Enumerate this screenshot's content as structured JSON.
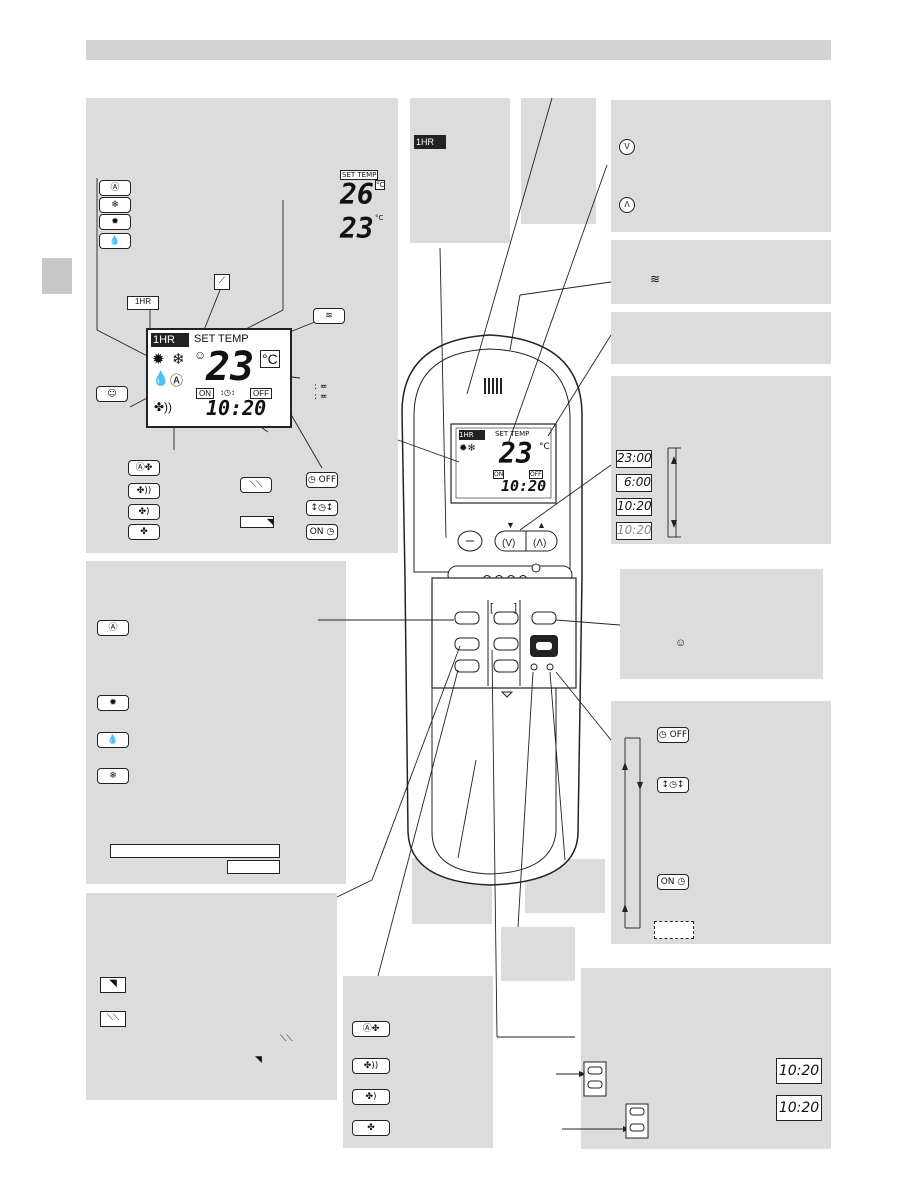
{
  "header": {
    "bar_color": "#d3d3d3",
    "side_tab_color": "#c8c8c8"
  },
  "lcd": {
    "one_hr": "1HR",
    "set_temp": "SET TEMP",
    "temp": "23",
    "unit": "°C",
    "on": "ON",
    "off": "OFF",
    "clock": "10:20"
  },
  "display_panel": {
    "set_temp_label": "SET TEMP",
    "set_temp_value": "26",
    "room_temp_value": "23",
    "unit": "°C",
    "one_hr_badge": "1HR"
  },
  "timer_panel": {
    "times": [
      "23:00",
      "6:00",
      "10:20",
      "10:20"
    ]
  },
  "timer_buttons": {
    "off_label": "OFF",
    "on_label": "ON"
  },
  "set_clock_panel": {
    "times": [
      "10:20",
      "10:20"
    ]
  },
  "one_hr_panel": {
    "badge": "1HR"
  }
}
